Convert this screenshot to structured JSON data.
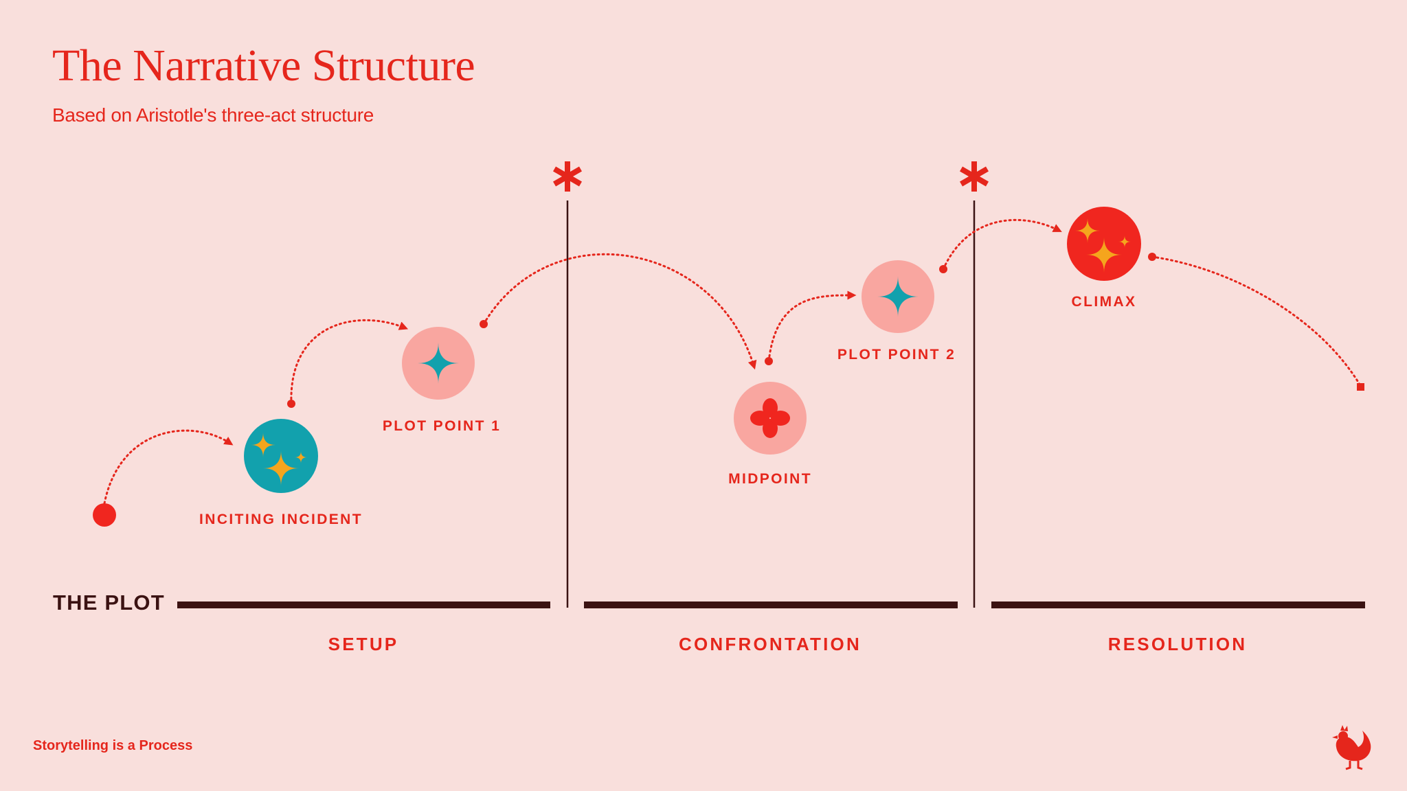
{
  "title": "The Narrative Structure",
  "subtitle": "Based on Aristotle's three-act structure",
  "plot_label": "THE PLOT",
  "acts": [
    {
      "label": "SETUP"
    },
    {
      "label": "CONFRONTATION"
    },
    {
      "label": "RESOLUTION"
    }
  ],
  "points": [
    {
      "label": "INCITING INCIDENT",
      "icon": "sparkles-icon",
      "circle_color": "#12a1ad"
    },
    {
      "label": "PLOT POINT 1",
      "icon": "sparkle-icon",
      "circle_color": "#f9a6a0"
    },
    {
      "label": "MIDPOINT",
      "icon": "flower-icon",
      "circle_color": "#f9a6a0"
    },
    {
      "label": "PLOT POINT 2",
      "icon": "sparkle-icon",
      "circle_color": "#f9a6a0"
    },
    {
      "label": "CLIMAX",
      "icon": "sparkles-icon",
      "circle_color": "#f0261f"
    }
  ],
  "act_break_icon": "asterisk-icon",
  "footer": "Storytelling is a Process",
  "logo_icon": "rooster-icon",
  "colors": {
    "background": "#f9dfdc",
    "accent_red": "#e5261c",
    "teal": "#12a1ad",
    "gold": "#f5a51d",
    "dark": "#3b1212"
  }
}
